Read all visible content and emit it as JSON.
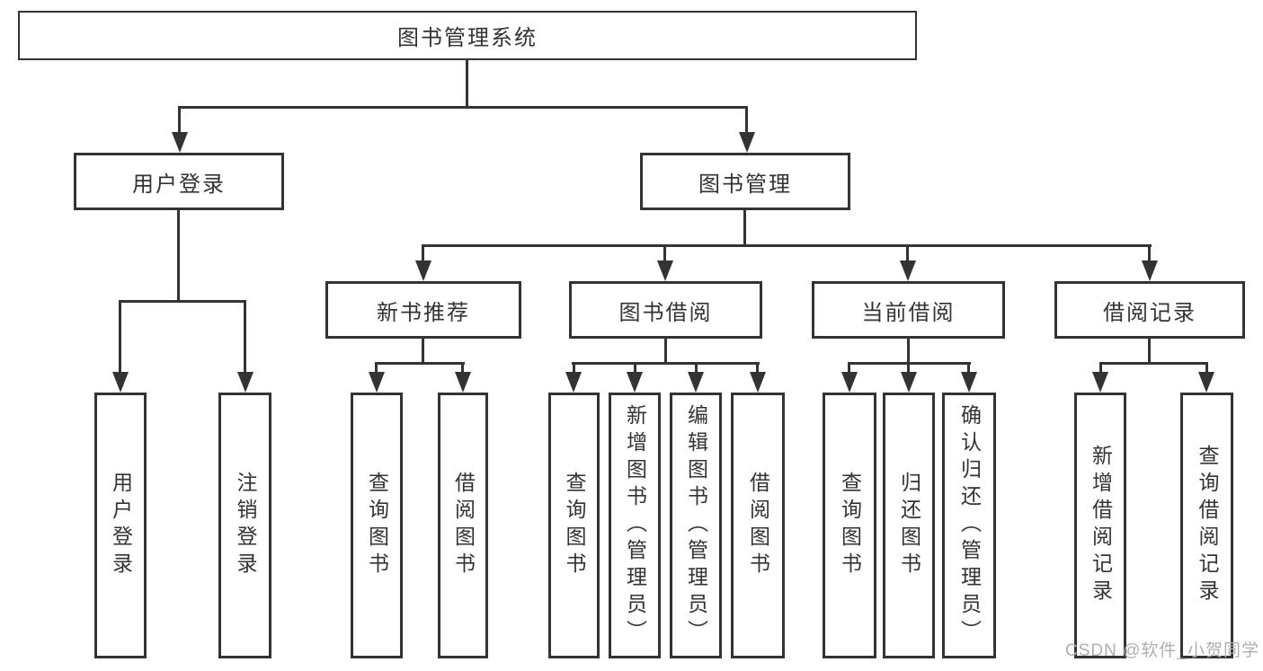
{
  "root": {
    "label": "图书管理系统"
  },
  "branches": [
    {
      "label": "用户登录",
      "children": [
        {
          "label": "用户登录"
        },
        {
          "label": "注销登录"
        }
      ]
    },
    {
      "label": "图书管理",
      "children": [
        {
          "label": "新书推荐",
          "children": [
            {
              "label": "查询图书"
            },
            {
              "label": "借阅图书"
            }
          ]
        },
        {
          "label": "图书借阅",
          "children": [
            {
              "label": "查询图书"
            },
            {
              "label": "新增图书（管理员）"
            },
            {
              "label": "编辑图书（管理员）"
            },
            {
              "label": "借阅图书"
            }
          ]
        },
        {
          "label": "当前借阅",
          "children": [
            {
              "label": "查询图书"
            },
            {
              "label": "归还图书"
            },
            {
              "label": "确认归还（管理员）"
            }
          ]
        },
        {
          "label": "借阅记录",
          "children": [
            {
              "label": "新增借阅记录"
            },
            {
              "label": "查询借阅记录"
            }
          ]
        }
      ]
    }
  ],
  "watermark": "CSDN @软件_小贺同学",
  "colors": {
    "line": "#333333",
    "background": "#ffffff",
    "watermark": "#b0b0b0"
  }
}
